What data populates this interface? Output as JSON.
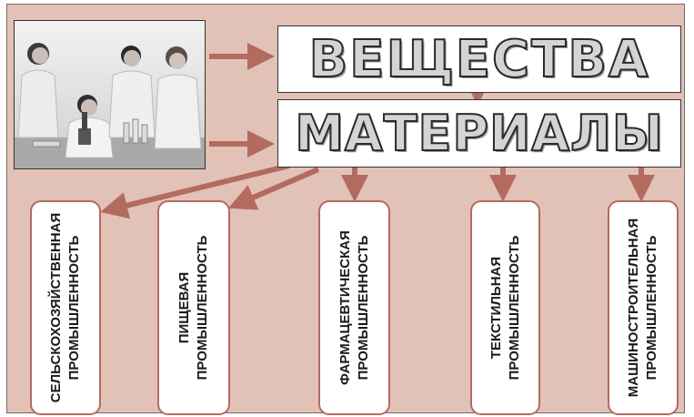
{
  "colors": {
    "background": "#e2c2b7",
    "arrow": "#b36b5f",
    "box_border": "#b36b5f"
  },
  "photo": {
    "description_icon": "scientists-lab-photo"
  },
  "banners": {
    "top": "ВЕЩЕСТВА",
    "bottom": "МАТЕРИАЛЫ"
  },
  "industries": [
    {
      "line1": "СЕЛЬСКОХОЗЯЙСТВЕННАЯ",
      "line2": "ПРОМЫШЛЕННОСТЬ"
    },
    {
      "line1": "ПИЩЕВАЯ",
      "line2": "ПРОМЫШЛЕННОСТЬ"
    },
    {
      "line1": "ФАРМАЦЕВТИЧЕСКАЯ",
      "line2": "ПРОМЫШЛЕННОСТЬ"
    },
    {
      "line1": "ТЕКСТИЛЬНАЯ",
      "line2": "ПРОМЫШЛЕННОСТЬ"
    },
    {
      "line1": "МАШИНОСТРОИТЕЛЬНАЯ",
      "line2": "ПРОМЫШЛЕННОСТЬ"
    }
  ]
}
